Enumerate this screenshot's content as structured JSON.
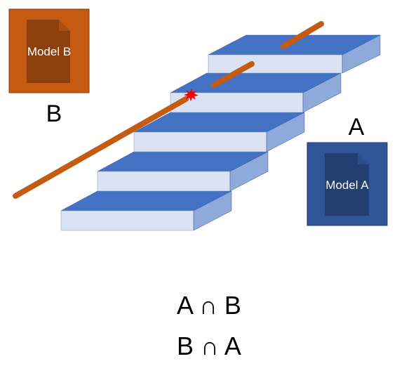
{
  "colors": {
    "model_b_fill": "#c55a11",
    "model_b_doc": "#843c0c",
    "model_a_fill": "#2f5597",
    "model_a_doc": "#203864",
    "step_top": "#4472c4",
    "step_front": "#dae3f3",
    "step_side": "#8eaadb",
    "rod": "#c55a11",
    "collision": "#ff0000",
    "label_text": "#000000"
  },
  "model_b": {
    "box_label": "Model B",
    "letter": "B",
    "icon": "document-icon"
  },
  "model_a": {
    "box_label": "Model A",
    "letter": "A",
    "icon": "document-icon"
  },
  "formulas": {
    "line1": "A ∩ B",
    "line2": "B ∩ A"
  }
}
